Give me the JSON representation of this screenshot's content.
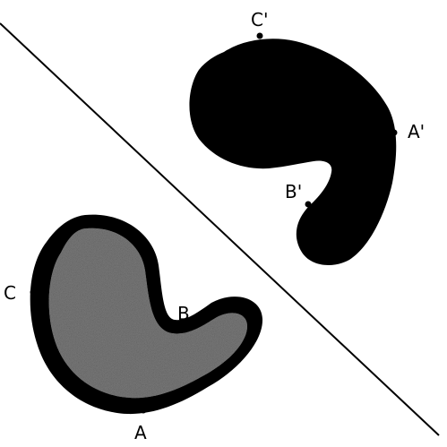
{
  "colors": {
    "background": "#ffffff",
    "line": "#000000",
    "original_fill": "#7f7f7f",
    "original_outline": "#000000",
    "image_fill": "#000000",
    "point": "#000000"
  },
  "original": {
    "points": {
      "A": "A",
      "B": "B",
      "C": "C"
    }
  },
  "image": {
    "points": {
      "A": "A'",
      "B": "B'",
      "C": "C'"
    }
  }
}
